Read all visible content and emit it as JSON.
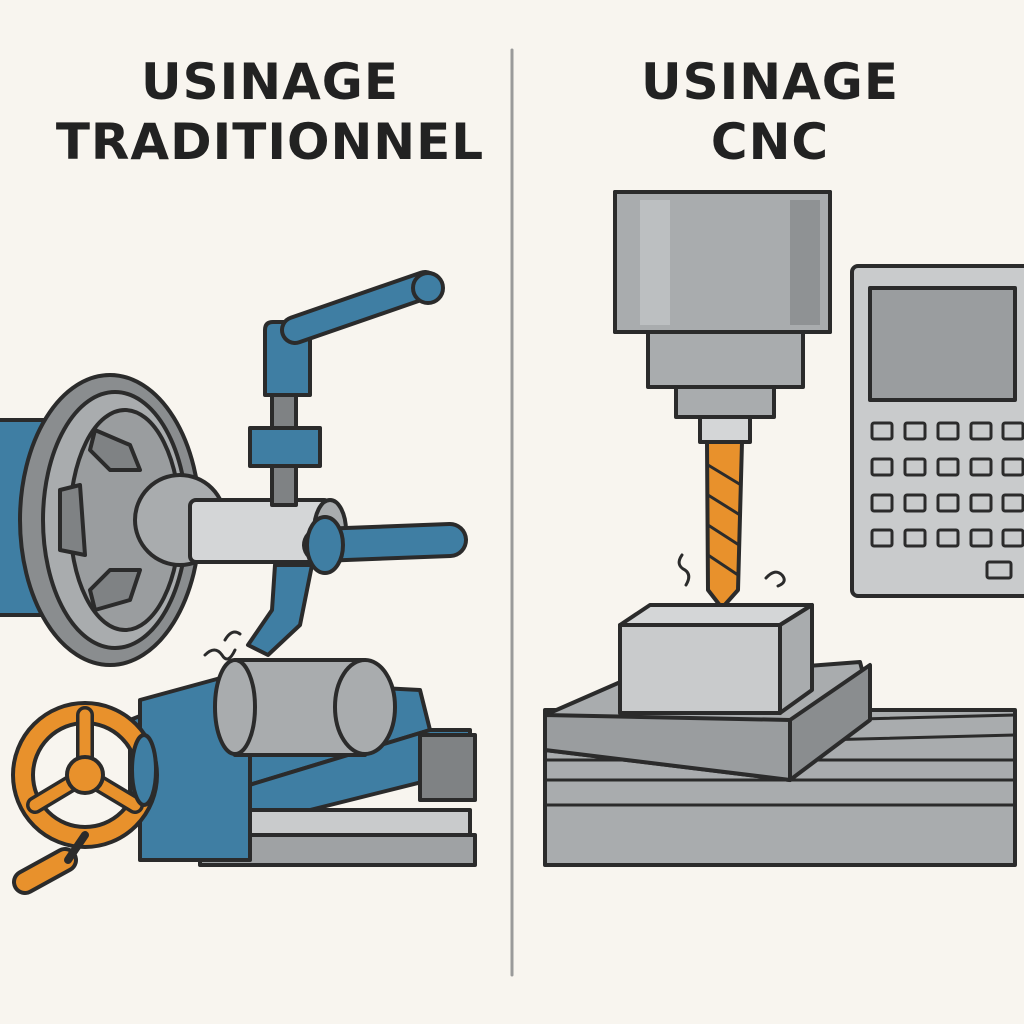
{
  "left_panel": {
    "title_line1": "USINAGE",
    "title_line2": "TRADITIONNEL"
  },
  "right_panel": {
    "title_line1": "USINAGE",
    "title_line2": "CNC"
  },
  "colors": {
    "background": "#f8f5ef",
    "outline": "#2b2b2b",
    "steel_blue": "#3f7ea3",
    "gray": "#a9acae",
    "light_gray": "#c9cbcc",
    "orange": "#e8912c",
    "text": "#222222"
  },
  "icons": {
    "lathe": "manual-lathe",
    "handwheel": "handwheel-icon",
    "drill": "drill-bit-icon",
    "cnc_panel": "cnc-control-panel"
  }
}
